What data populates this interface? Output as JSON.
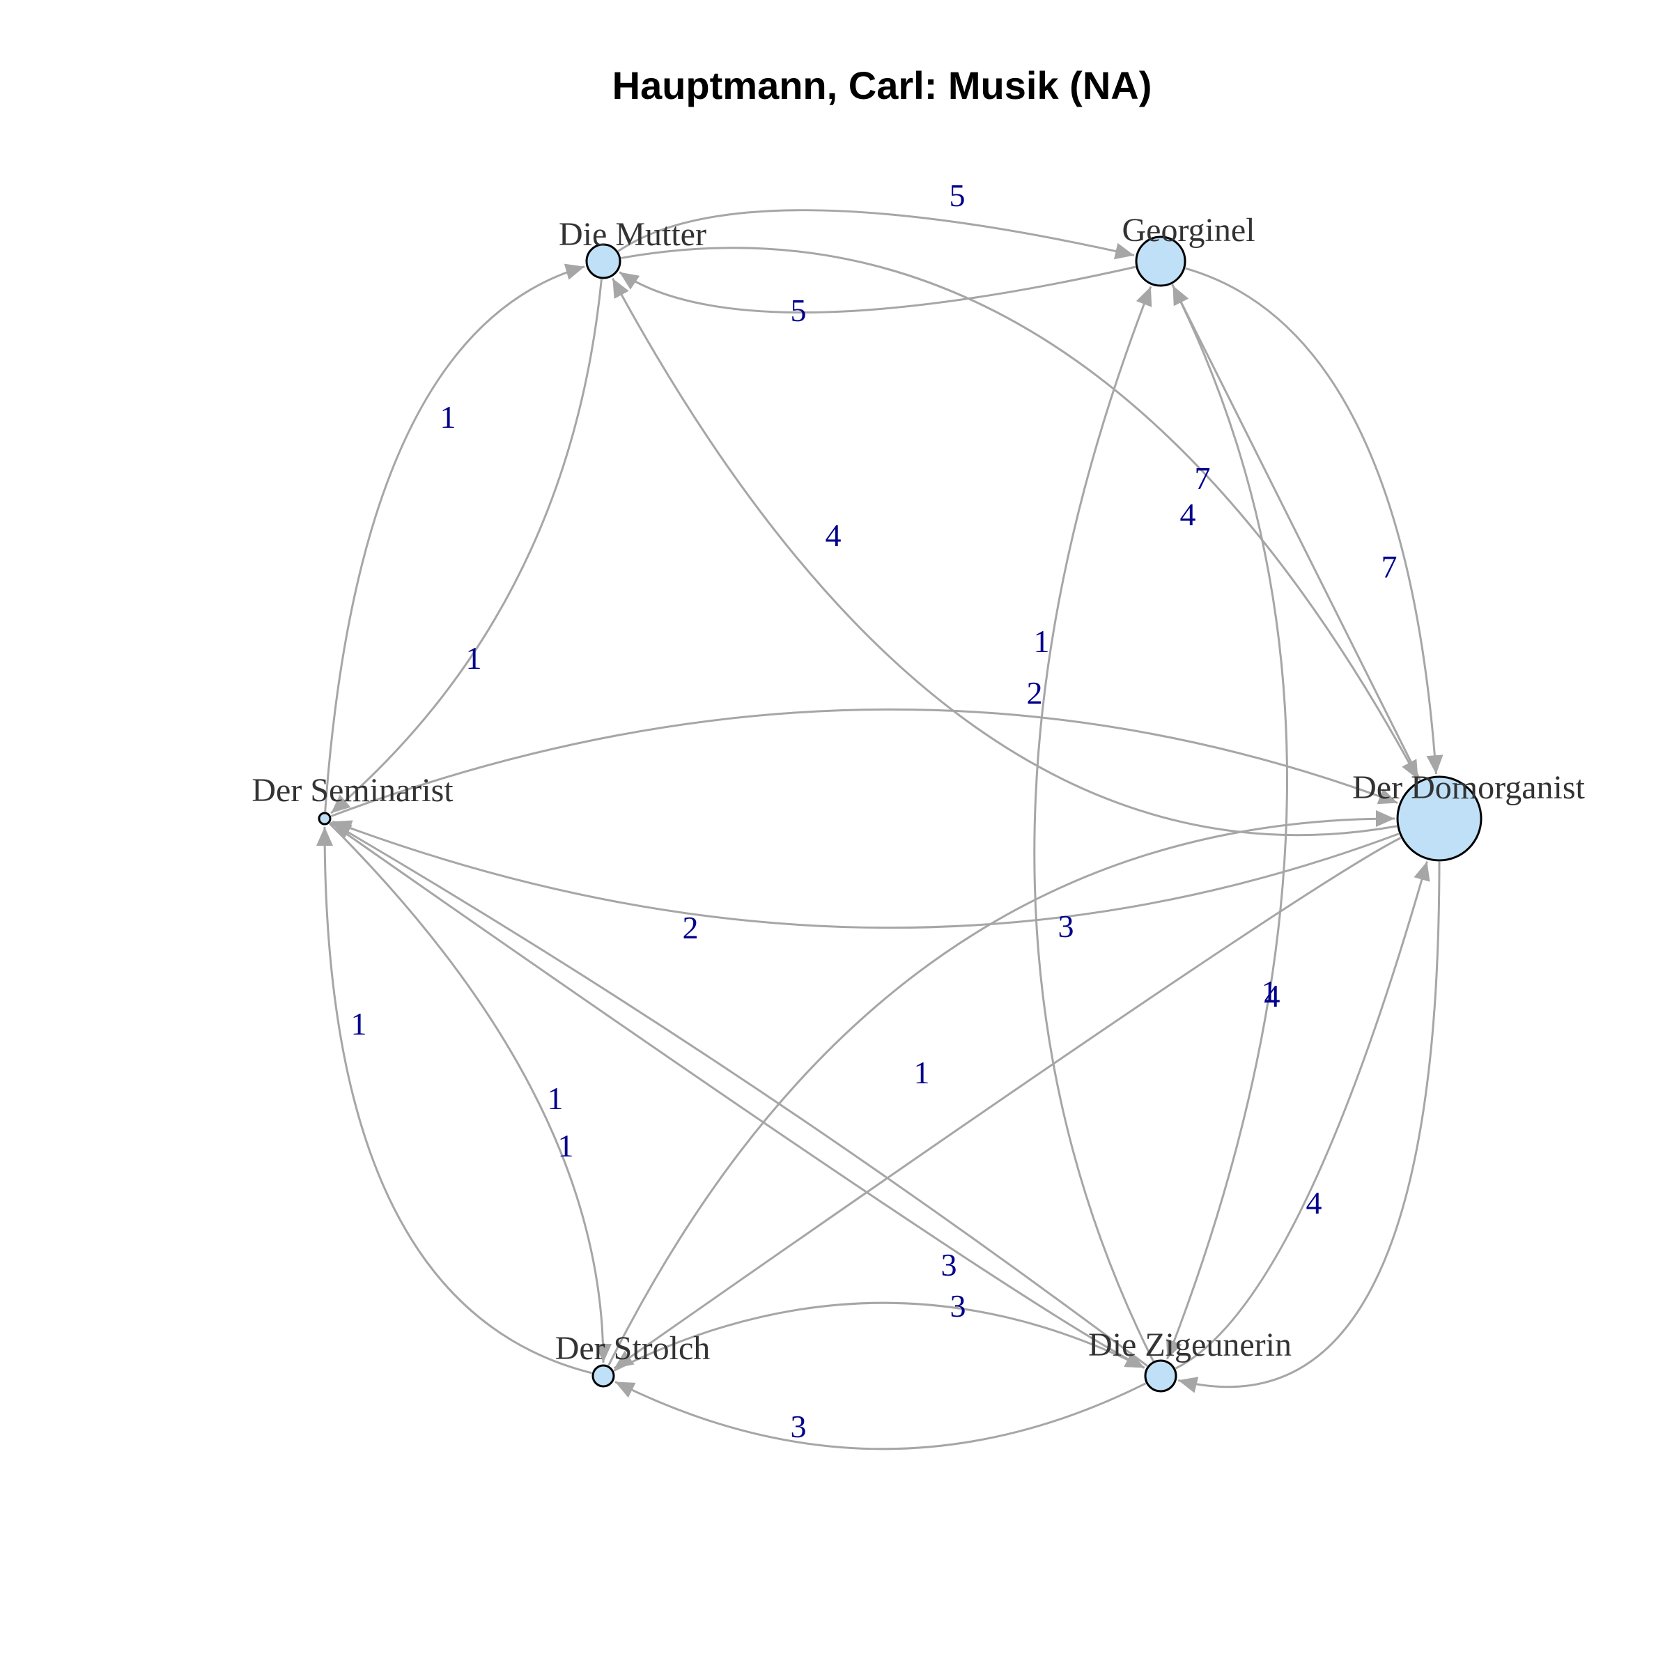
{
  "title": "Hauptmann, Carl: Musik (NA)",
  "colors": {
    "node_fill": "#bfe0f6",
    "node_stroke": "#000000",
    "edge": "#a6a6a6",
    "edge_label": "#00008b",
    "node_label": "#333333"
  },
  "nodes": [
    {
      "id": "mutter",
      "label": "Die Mutter"
    },
    {
      "id": "georginel",
      "label": "Georginel"
    },
    {
      "id": "seminarist",
      "label": "Der Seminarist"
    },
    {
      "id": "domorganist",
      "label": "Der Domorganist"
    },
    {
      "id": "strolch",
      "label": "Der Strolch"
    },
    {
      "id": "zigeunerin",
      "label": "Die Zigeunerin"
    }
  ],
  "edges": [
    {
      "from": "mutter",
      "to": "georginel",
      "weight": "5"
    },
    {
      "from": "georginel",
      "to": "mutter",
      "weight": "5"
    },
    {
      "from": "seminarist",
      "to": "mutter",
      "weight": "1"
    },
    {
      "from": "mutter",
      "to": "seminarist",
      "weight": "1"
    },
    {
      "from": "domorganist",
      "to": "mutter",
      "weight": "4"
    },
    {
      "from": "mutter",
      "to": "domorganist",
      "weight": "4"
    },
    {
      "from": "georginel",
      "to": "domorganist",
      "weight": "7"
    },
    {
      "from": "domorganist",
      "to": "georginel",
      "weight": "7"
    },
    {
      "from": "zigeunerin",
      "to": "georginel",
      "weight": "1"
    },
    {
      "from": "georginel",
      "to": "zigeunerin",
      "weight": "1"
    },
    {
      "from": "seminarist",
      "to": "domorganist",
      "weight": "2"
    },
    {
      "from": "domorganist",
      "to": "seminarist",
      "weight": "2"
    },
    {
      "from": "strolch",
      "to": "domorganist",
      "weight": "3"
    },
    {
      "from": "domorganist",
      "to": "strolch",
      "weight": "3"
    },
    {
      "from": "strolch",
      "to": "seminarist",
      "weight": "1"
    },
    {
      "from": "zigeunerin",
      "to": "seminarist",
      "weight": "1"
    },
    {
      "from": "seminarist",
      "to": "strolch",
      "weight": "1"
    },
    {
      "from": "seminarist",
      "to": "zigeunerin",
      "weight": "1"
    },
    {
      "from": "zigeunerin",
      "to": "domorganist",
      "weight": "4"
    },
    {
      "from": "domorganist",
      "to": "zigeunerin",
      "weight": "4"
    },
    {
      "from": "strolch",
      "to": "zigeunerin",
      "weight": "3"
    },
    {
      "from": "zigeunerin",
      "to": "strolch",
      "weight": "3"
    }
  ]
}
